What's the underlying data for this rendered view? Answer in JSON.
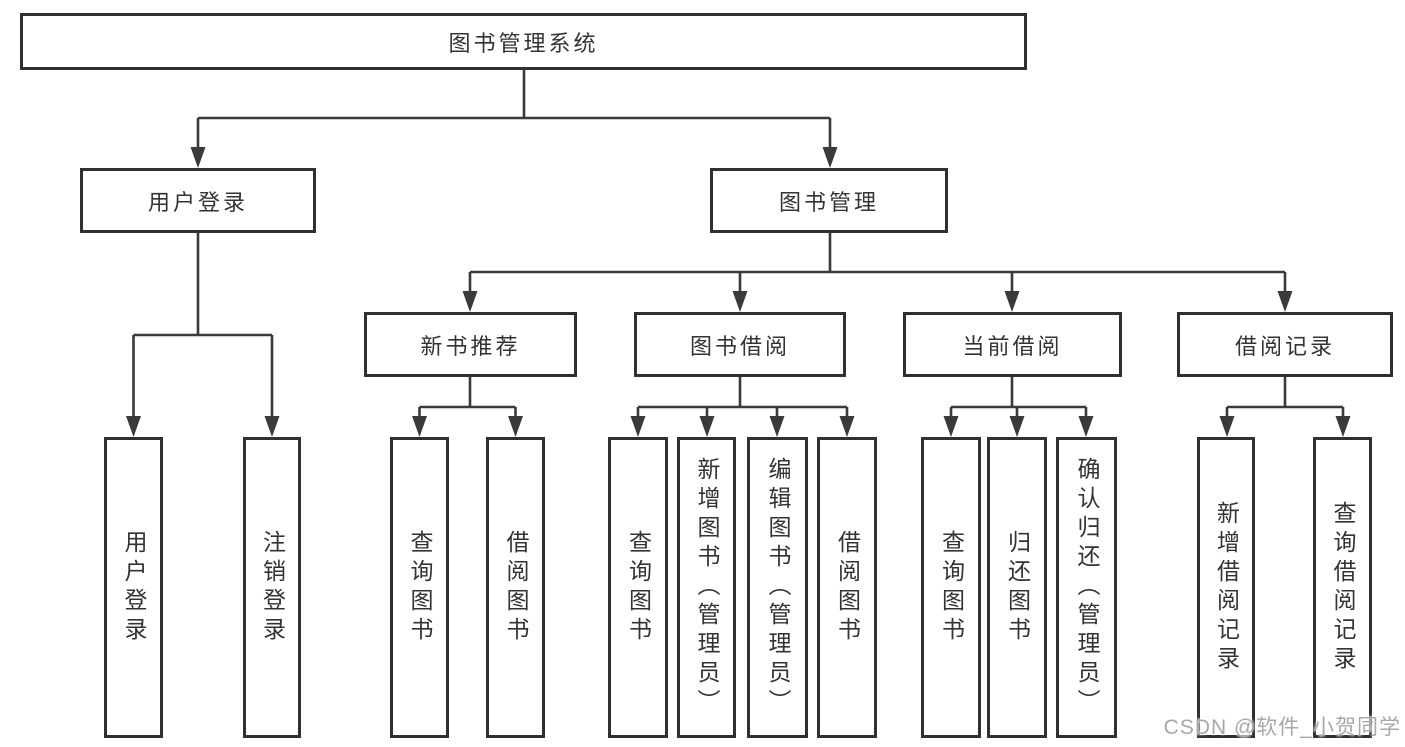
{
  "diagram": {
    "title": "图书管理系统",
    "root": {
      "label": "图书管理系统"
    },
    "branches": [
      {
        "label": "用户登录",
        "children": [
          "用户登录",
          "注销登录"
        ]
      },
      {
        "label": "图书管理",
        "children": [
          {
            "label": "新书推荐",
            "children": [
              "查询图书",
              "借阅图书"
            ]
          },
          {
            "label": "图书借阅",
            "children": [
              "查询图书",
              "新增图书（管理员）",
              "编辑图书（管理员）",
              "借阅图书"
            ]
          },
          {
            "label": "当前借阅",
            "children": [
              "查询图书",
              "归还图书",
              "确认归还（管理员）"
            ]
          },
          {
            "label": "借阅记录",
            "children": [
              "新增借阅记录",
              "查询借阅记录"
            ]
          }
        ]
      }
    ],
    "watermark": "CSDN @软件_小贺同学",
    "colors": {
      "line": "#3a3a3a",
      "box_border": "#303030",
      "text": "#333333",
      "watermark_text": "#a8a8a8",
      "background": "#ffffff"
    }
  }
}
